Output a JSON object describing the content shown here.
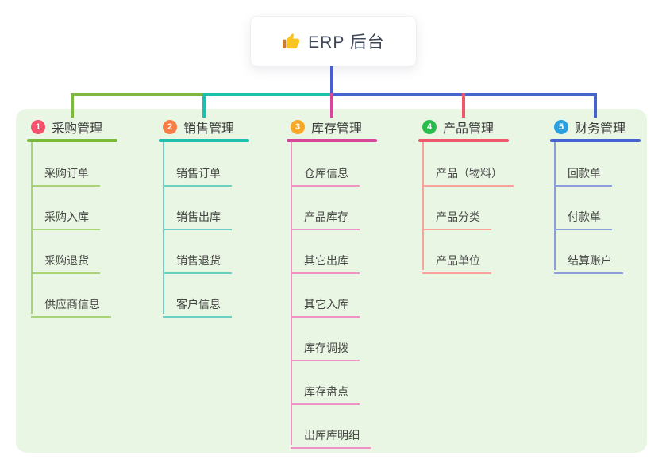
{
  "root": {
    "title": "ERP 后台",
    "icon": "thumbs-up-icon"
  },
  "colors": {
    "page_bg": "#FFFFFF",
    "panel_bg": "#E9F6E3",
    "card_bg": "#FFFFFF",
    "title_color": "#3D4757",
    "root_line": "#4A5ED0",
    "header_text": "#3B3B3B",
    "child_text": "#464646"
  },
  "diagram": {
    "branches": [
      {
        "num": "1",
        "label": "采购管理",
        "badge_color": "#F4516C",
        "line_color": "#7CBA3D",
        "light_color": "#A9D377",
        "children": [
          "采购订单",
          "采购入库",
          "采购退货",
          "供应商信息"
        ]
      },
      {
        "num": "2",
        "label": "销售管理",
        "badge_color": "#F97B45",
        "line_color": "#1FBFB0",
        "light_color": "#6CCFC4",
        "children": [
          "销售订单",
          "销售出库",
          "销售退货",
          "客户信息"
        ]
      },
      {
        "num": "3",
        "label": "库存管理",
        "badge_color": "#F9A825",
        "line_color": "#D6479B",
        "light_color": "#EE93C4",
        "children": [
          "仓库信息",
          "产品库存",
          "其它出库",
          "其它入库",
          "库存调拨",
          "库存盘点",
          "出库库明细"
        ]
      },
      {
        "num": "4",
        "label": "产品管理",
        "badge_color": "#2ABD4E",
        "line_color": "#F2566A",
        "light_color": "#F8A29A",
        "children": [
          "产品（物料）",
          "产品分类",
          "产品单位"
        ]
      },
      {
        "num": "5",
        "label": "财务管理",
        "badge_color": "#2BA0E0",
        "line_color": "#4663D0",
        "light_color": "#8C9EDE",
        "children": [
          "回款单",
          "付款单",
          "结算账户"
        ]
      }
    ]
  }
}
